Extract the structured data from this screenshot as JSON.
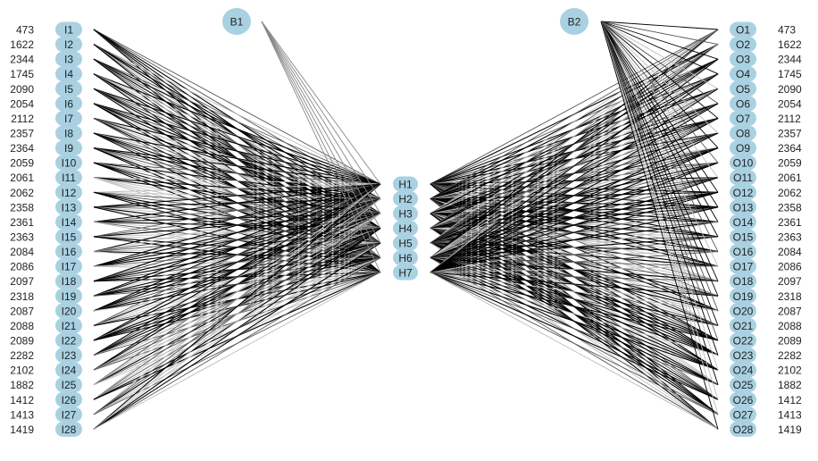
{
  "nodes": {
    "inputs": [
      "I1",
      "I2",
      "I3",
      "I4",
      "I5",
      "I6",
      "I7",
      "I8",
      "I9",
      "I10",
      "I11",
      "I12",
      "I13",
      "I14",
      "I15",
      "I16",
      "I17",
      "I18",
      "I19",
      "I20",
      "I21",
      "I22",
      "I23",
      "I24",
      "I25",
      "I26",
      "I27",
      "I28"
    ],
    "hidden": [
      "H1",
      "H2",
      "H3",
      "H4",
      "H5",
      "H6",
      "H7"
    ],
    "outputs": [
      "O1",
      "O2",
      "O3",
      "O4",
      "O5",
      "O6",
      "O7",
      "O8",
      "O9",
      "O10",
      "O11",
      "O12",
      "O13",
      "O14",
      "O15",
      "O16",
      "O17",
      "O18",
      "O19",
      "O20",
      "O21",
      "O22",
      "O23",
      "O24",
      "O25",
      "O26",
      "O27",
      "O28"
    ],
    "bias_hidden": "B1",
    "bias_output": "B2"
  },
  "input_labels": [
    "473",
    "1622",
    "2344",
    "1745",
    "2090",
    "2054",
    "2112",
    "2357",
    "2364",
    "2059",
    "2061",
    "2062",
    "2358",
    "2361",
    "2363",
    "2084",
    "2086",
    "2097",
    "2318",
    "2087",
    "2088",
    "2089",
    "2282",
    "2102",
    "1882",
    "1412",
    "1413",
    "1419"
  ],
  "output_labels": [
    "473",
    "1622",
    "2344",
    "1745",
    "2090",
    "2054",
    "2112",
    "2357",
    "2364",
    "2059",
    "2061",
    "2062",
    "2358",
    "2361",
    "2363",
    "2084",
    "2086",
    "2097",
    "2318",
    "2087",
    "2088",
    "2089",
    "2282",
    "2102",
    "1882",
    "1412",
    "1413",
    "1419"
  ],
  "colors": {
    "node_fill": "#a9d1e2",
    "text": "#222222",
    "edge_dark": "#000000",
    "edge_light": "#bdbdbd"
  }
}
